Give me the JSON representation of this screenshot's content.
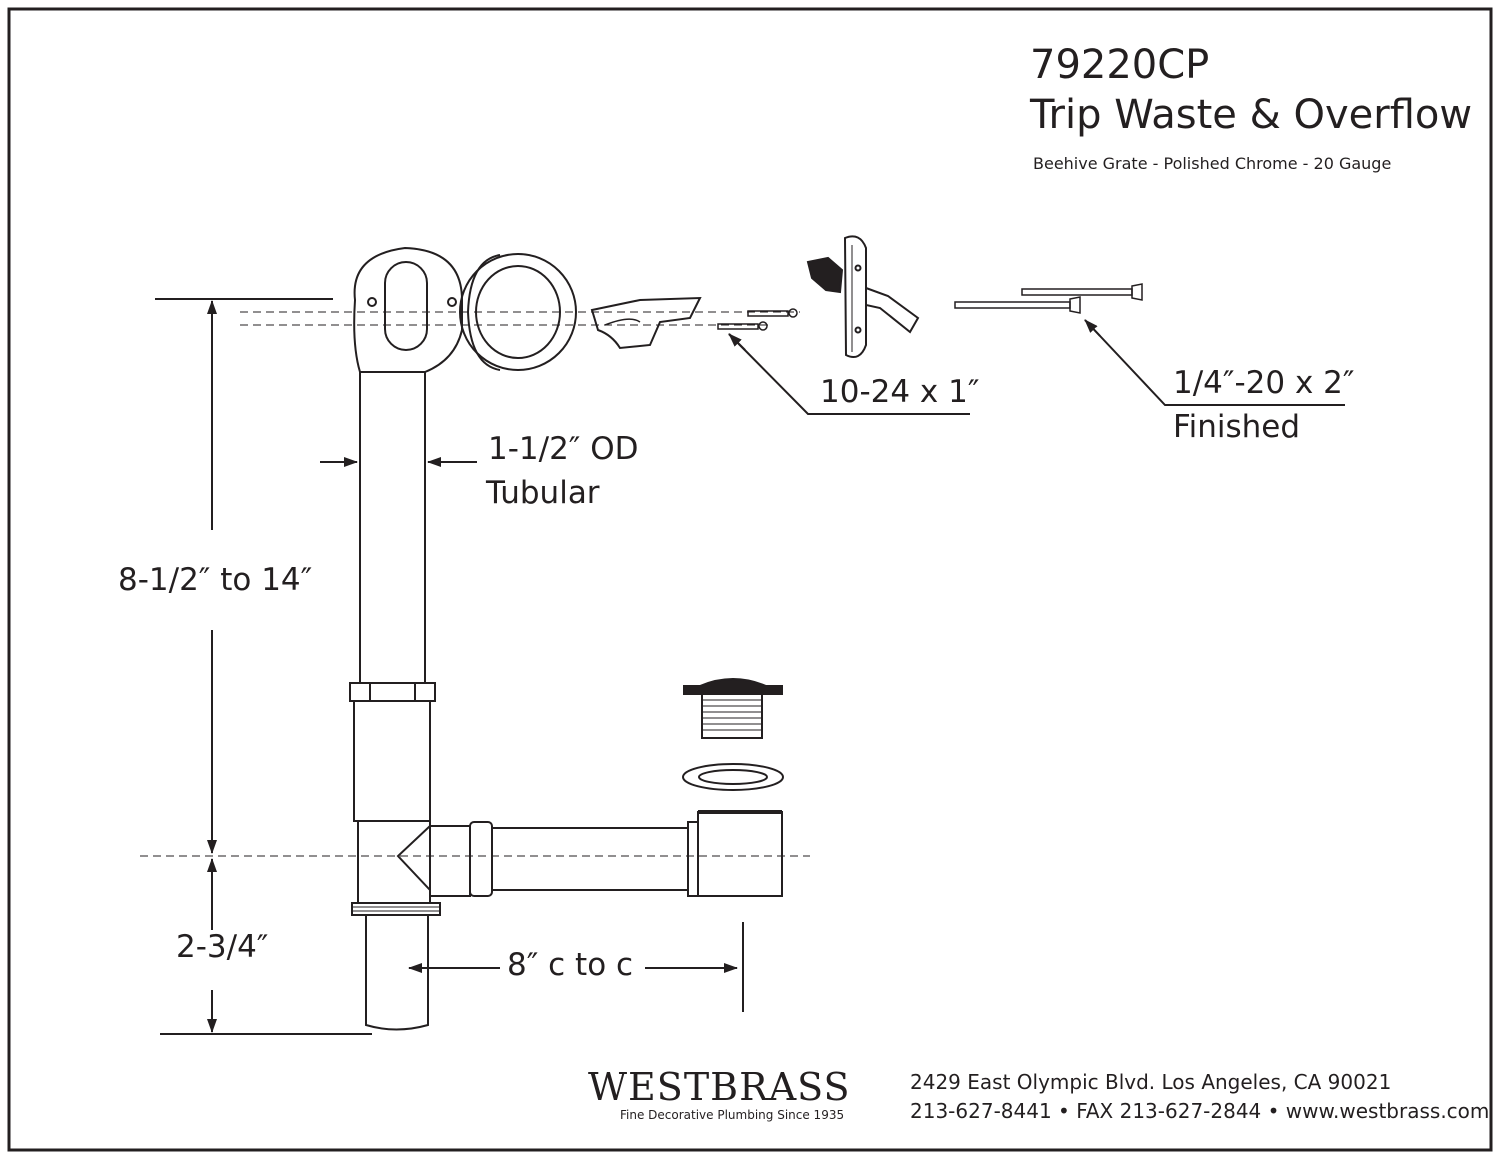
{
  "product": {
    "model": "79220CP",
    "title": "Trip Waste & Overflow",
    "subtitle": "Beehive Grate - Polished Chrome - 20 Gauge"
  },
  "dimensions": {
    "tube_od_line1": "1-1/2″ OD",
    "tube_od_line2": "Tubular",
    "height_range": "8-1/2″ to 14″",
    "bottom_height": "2-3/4″",
    "center_distance": "8″ c to c"
  },
  "hardware": {
    "screw_small": "10-24 x 1″",
    "screw_large_line1": "1/4″-20 x 2″",
    "screw_large_line2": "Finished"
  },
  "footer": {
    "brand": "WESTBRASS",
    "tagline": "Fine Decorative Plumbing Since 1935",
    "address": "2429 East Olympic Blvd. Los Angeles, CA  90021",
    "contact": "213-627-8441 • FAX 213-627-2844 • www.westbrass.com"
  },
  "colors": {
    "ink": "#231f20",
    "background": "#ffffff"
  }
}
